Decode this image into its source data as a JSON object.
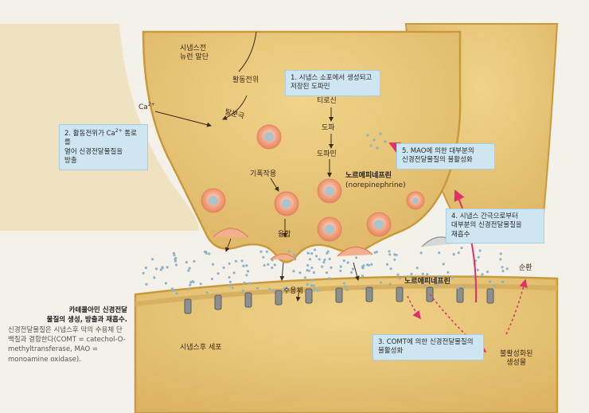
{
  "labels": {
    "presynaptic_neuron": "시냅스전\n뉴런 말단",
    "action_potential": "활동전위",
    "ca": "Ca",
    "ca_sup": "2+",
    "depolarization": "탈분극",
    "tyrosine": "티로신",
    "dopa": "도파",
    "dopamine": "도파민",
    "vesicle_action": "기폭작용",
    "fusion": "융합",
    "norepinephrine_ko": "노르에피네프린",
    "norepinephrine_en": "(norepinephrine)",
    "receptor": "수용체",
    "norepinephrine_cleft": "노르에피네프린",
    "recycle": "순환",
    "postsynaptic_cell": "시냅스후 세포",
    "inactive_product": "불활성화된\n생성물"
  },
  "boxes": {
    "step1": "1. 시냅스 소포에서 생성되고\n저장된 도파민",
    "step2_a": "2. 활동전위가 Ca",
    "step2_sup": "2+",
    "step2_b": " 통로를\n열어 신경전달물질을\n방출",
    "step3": "3. COMT에 의한 신경전달물질의\n불활성화",
    "step4": "4. 시냅스 간극으로부터\n대부분의 신경전달물질을\n재흡수",
    "step5": "5. MAO에 의한 대부분의\n신경전달물질의 불활성화"
  },
  "caption": {
    "title": "카테콜아민 신경전달\n물질의 생성, 방출과 재흡수.",
    "body": "신경전달물질은 시냅스후 막의 수용체 단백질과 결합한다(COMT = catechol-O-methyltransferase, MAO = monoamine oxidase)."
  },
  "colors": {
    "terminal_fill": "#e8c97a",
    "terminal_edge": "#c99a3c",
    "vesicle": "#f0a47e",
    "transmitter_dot": "#8fb3c8",
    "box_fill": "#cde6f2",
    "arrow_red": "#e0306a"
  }
}
